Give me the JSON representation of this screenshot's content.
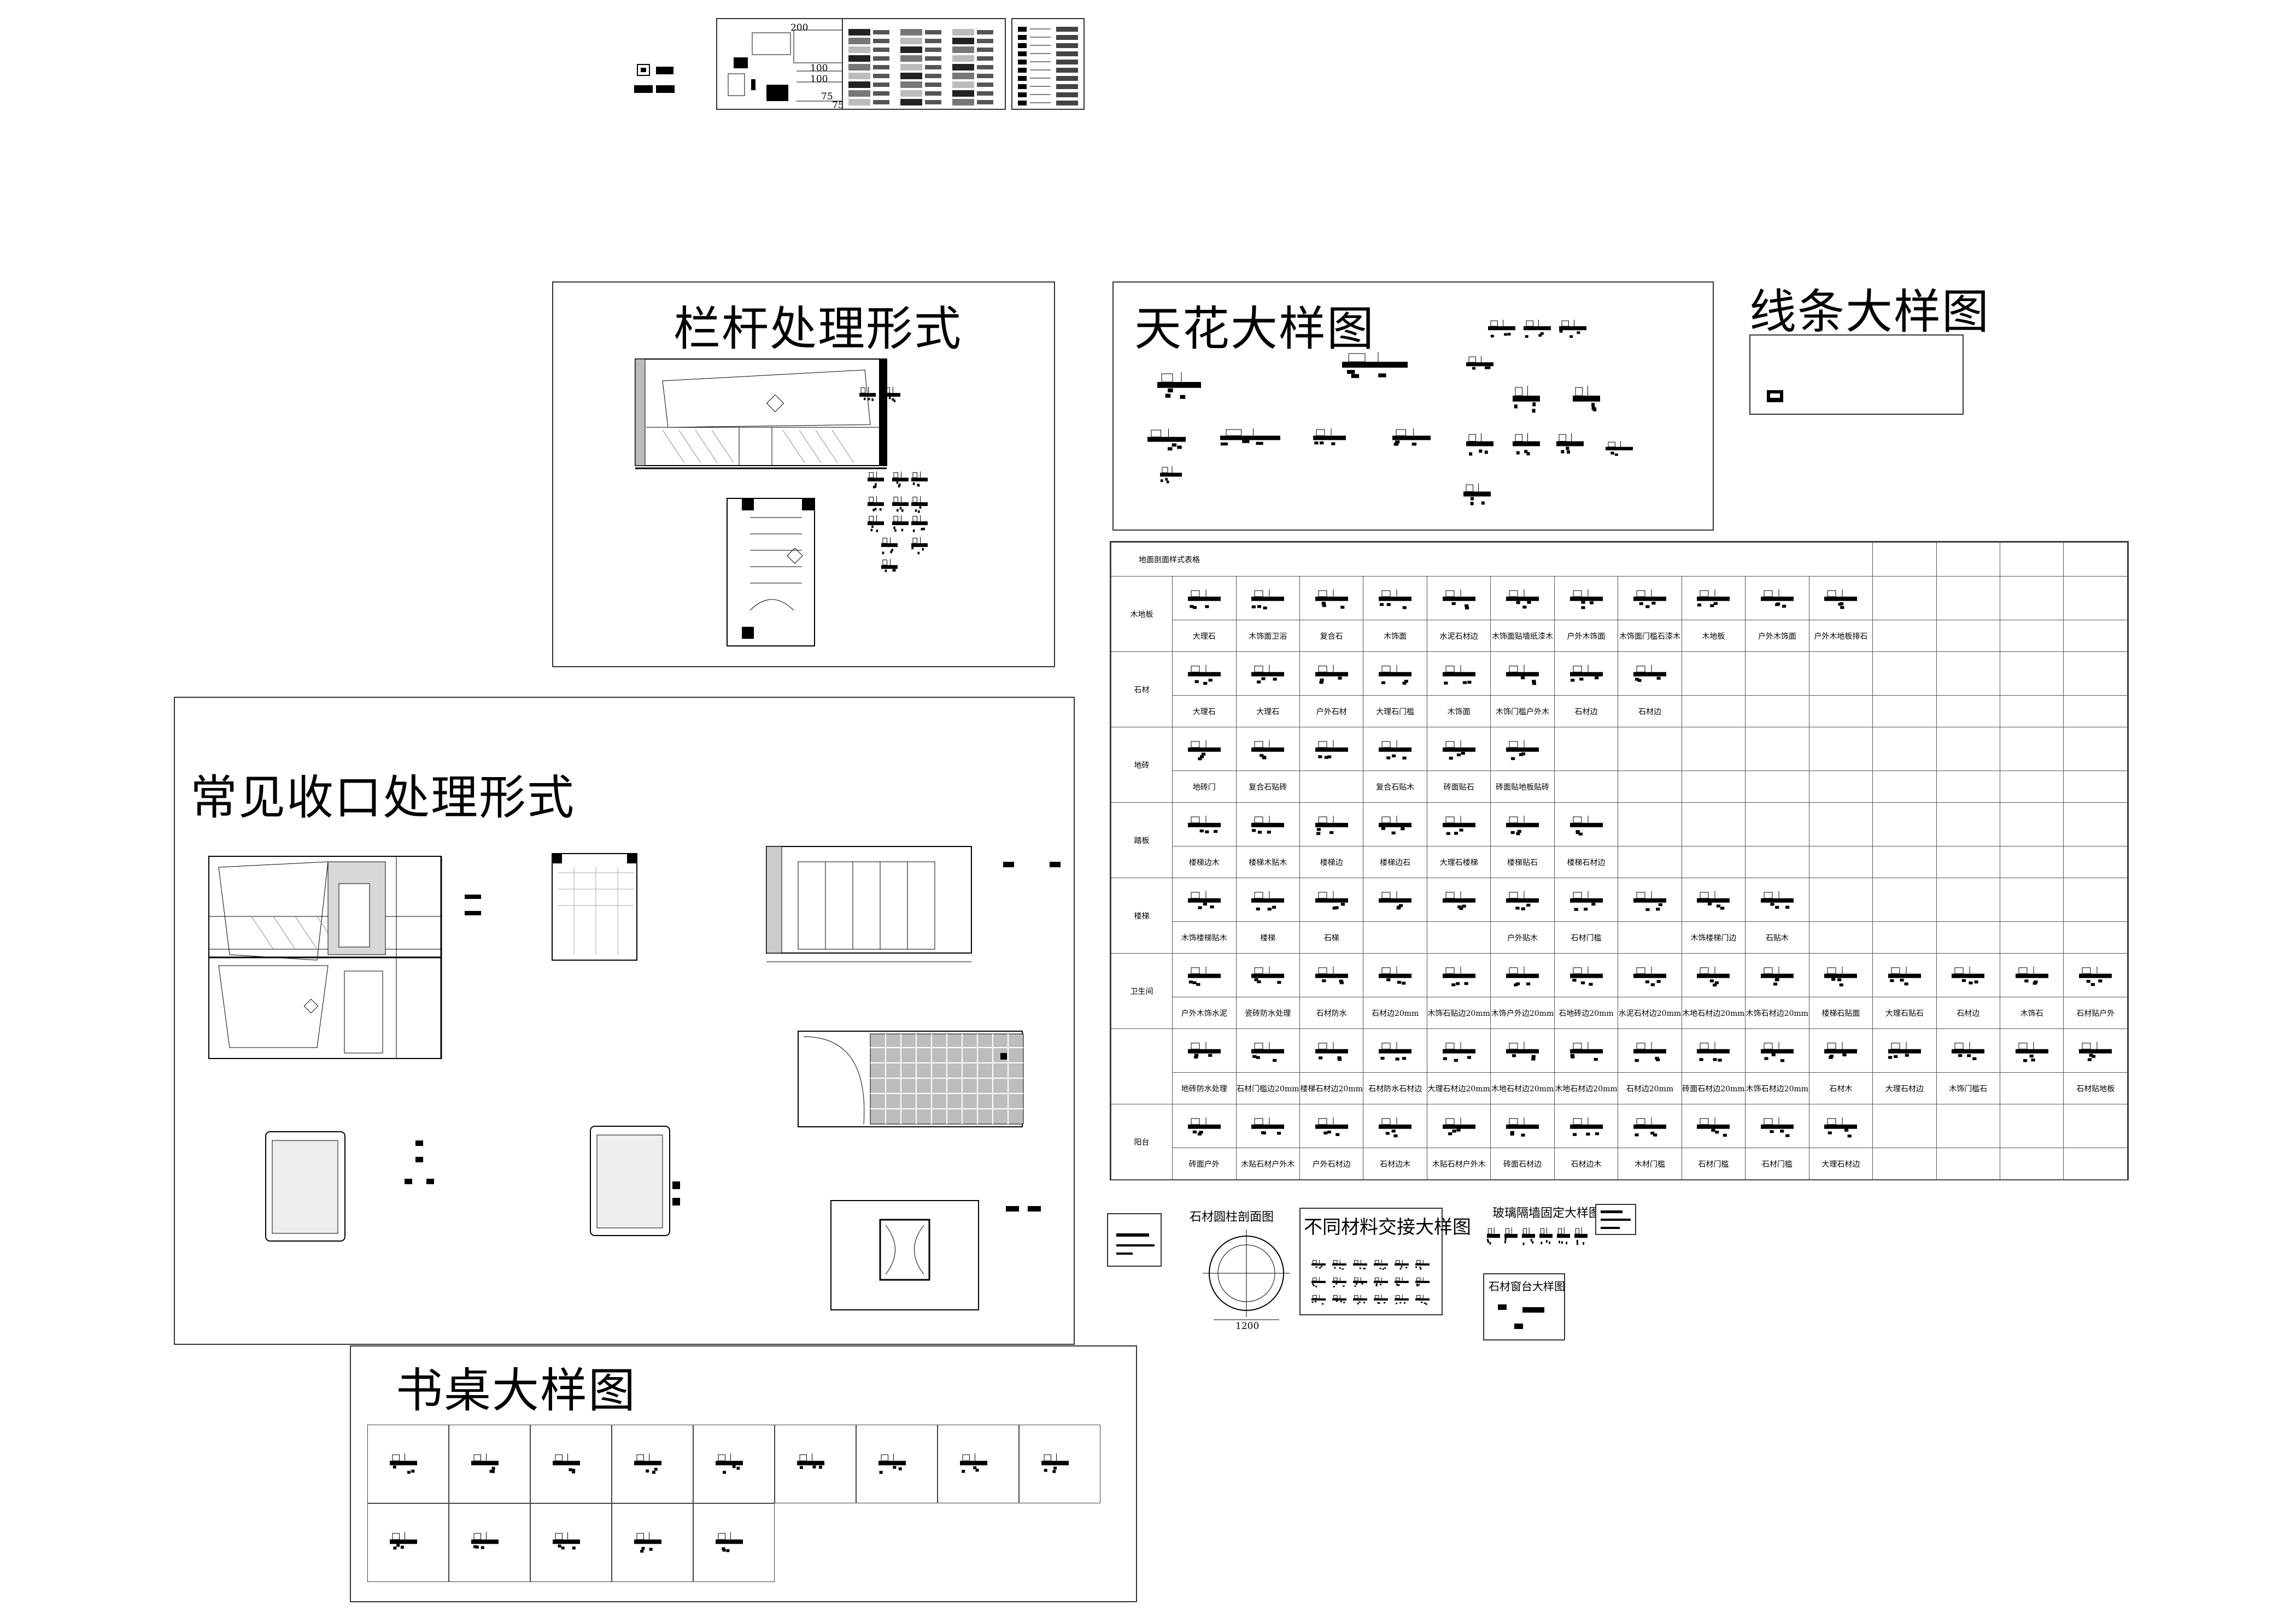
{
  "top_thumbnails": {
    "sheet_a_numbers": [
      "200",
      "100",
      "100",
      "75",
      "75"
    ],
    "sheet_b_label": "",
    "sheet_c_label": ""
  },
  "railing": {
    "title": "栏杆处理形式"
  },
  "ceiling": {
    "title": "天花大样图"
  },
  "moulding": {
    "title": "线条大样图"
  },
  "finishing": {
    "title": "常见收口处理形式"
  },
  "desk": {
    "title": "书桌大样图"
  },
  "floor_table": {
    "caption": "地面剖面样式表格",
    "rows": [
      {
        "category": "木地板",
        "labels": [
          "大理石",
          "木饰面卫浴",
          "复合石",
          "木饰面",
          "水泥石材边",
          "木饰面贴墙纸漆木",
          "户外木饰面",
          "木饰面门槛石漆木",
          "木地板",
          "户外木饰面",
          "户外木地板排石"
        ]
      },
      {
        "category": "石材",
        "labels": [
          "大理石",
          "大理石",
          "户外石材",
          "大理石门槛",
          "木饰面",
          "木饰门槛户外木",
          "石材边",
          "石材边"
        ]
      },
      {
        "category": "地砖",
        "labels": [
          "地砖门",
          "复合石贴砖",
          "",
          "复合石贴木",
          "砖面贴石",
          "砖面贴地板贴砖"
        ]
      },
      {
        "category": "踏板",
        "labels": [
          "楼梯边木",
          "楼梯木贴木",
          "楼梯边",
          "楼梯边石",
          "大理石楼梯",
          "楼梯贴石",
          "楼梯石材边"
        ]
      },
      {
        "category": "楼梯",
        "labels": [
          "木饰楼梯贴木",
          "楼梯",
          "石梯",
          "",
          "",
          "户外贴木",
          "石材门槛",
          "",
          "木饰楼梯门边",
          "石贴木"
        ]
      },
      {
        "category": "卫生间",
        "labels": [
          "户外木饰水泥",
          "瓷砖防水处理",
          "石材防水",
          "石材边20mm",
          "木饰石贴边20mm",
          "木饰户外边20mm",
          "石地砖边20mm",
          "水泥石材边20mm",
          "木地石材边20mm",
          "木饰石材边20mm",
          "楼梯石贴面",
          "大理石贴石",
          "石材边",
          "木饰石",
          "石材贴户外"
        ]
      },
      {
        "category": "",
        "labels": [
          "地砖防水处理",
          "石材门槛边20mm",
          "楼梯石材边20mm",
          "石材防水石材边",
          "大理石材边20mm",
          "木地石材边20mm",
          "木地石材边20mm",
          "石材边20mm",
          "砖面石材边20mm",
          "木饰石材边20mm",
          "石材木",
          "大理石材边",
          "木饰门槛石",
          "",
          "石材贴地板"
        ]
      },
      {
        "category": "阳台",
        "labels": [
          "砖面户外",
          "木贴石材户外木",
          "户外石材边",
          "石材边木",
          "木贴石材户外木",
          "砖面石材边",
          "石材边木",
          "木材门槛",
          "石材门槛",
          "石材门槛",
          "大理石材边"
        ]
      }
    ]
  },
  "small_sheets": {
    "stone_pillar": "石材圆柱剖面图",
    "material_joint": "不同材料交接大样图",
    "wall_detail": "玻璃隔墙固定大样图",
    "window_detail": "石材窗台大样图",
    "pillar_dim": "1200"
  }
}
